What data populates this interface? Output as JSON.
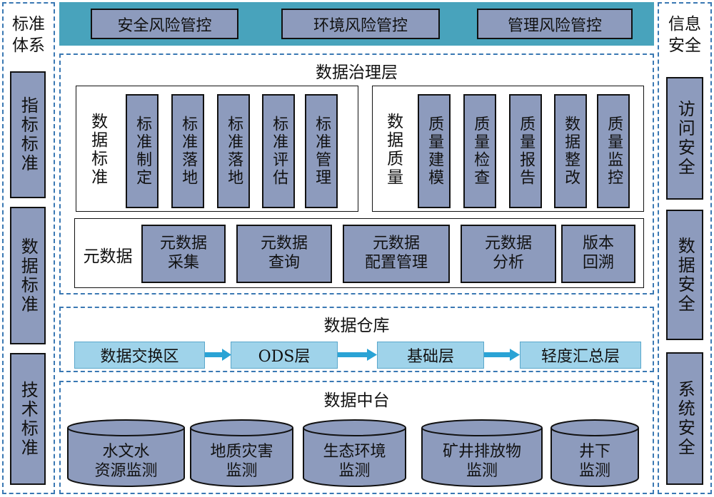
{
  "left": {
    "title": "标准体系",
    "items": [
      "指标标准",
      "数据标准",
      "技术标准"
    ]
  },
  "right": {
    "title": "信息安全",
    "items": [
      "访问安全",
      "数据安全",
      "系统安全"
    ]
  },
  "top": {
    "items": [
      "安全风险管控",
      "环境风险管控",
      "管理风险管控"
    ]
  },
  "governance": {
    "title": "数据治理层",
    "standard": {
      "label": "数据标准",
      "items": [
        "标准制定",
        "标准落地",
        "标准落地",
        "标准评估",
        "标准管理"
      ]
    },
    "quality": {
      "label": "数据质量",
      "items": [
        "质量建模",
        "质量检查",
        "质量报告",
        "数据整改",
        "质量监控"
      ]
    },
    "metadata": {
      "label": "元数据",
      "items": [
        "元数据\n采集",
        "元数据\n查询",
        "元数据\n配置管理",
        "元数据\n分析",
        "版本\n回溯"
      ]
    }
  },
  "warehouse": {
    "title": "数据仓库",
    "items": [
      "数据交换区",
      "ODS层",
      "基础层",
      "轻度汇总层"
    ]
  },
  "platform": {
    "title": "数据中台",
    "items": [
      "水文水\n资源监测",
      "地质灾害\n监测",
      "生态环境\n监测",
      "矿井排放物\n监测",
      "井下\n监测"
    ]
  },
  "colors": {
    "box": "#8d9bbd",
    "teal": "#48a3bc",
    "flow": "#9fd3ea",
    "arrow": "#2aa3d5",
    "dash": "#3a78b3"
  }
}
